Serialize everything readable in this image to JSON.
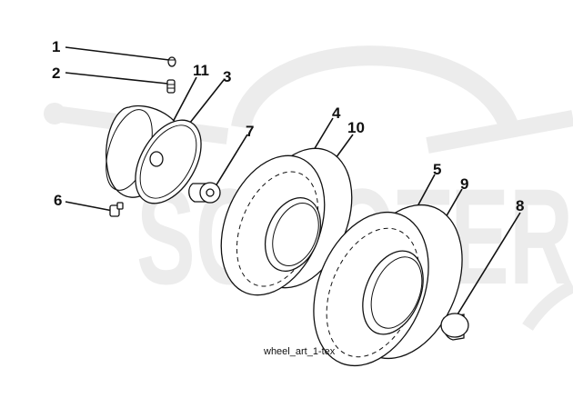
{
  "watermark": {
    "text": "SCOOTER"
  },
  "callouts": [
    {
      "id": "1",
      "label": "1"
    },
    {
      "id": "2",
      "label": "2"
    },
    {
      "id": "11",
      "label": "11"
    },
    {
      "id": "3",
      "label": "3"
    },
    {
      "id": "7",
      "label": "7"
    },
    {
      "id": "4",
      "label": "4"
    },
    {
      "id": "10",
      "label": "10"
    },
    {
      "id": "6",
      "label": "6"
    },
    {
      "id": "5",
      "label": "5"
    },
    {
      "id": "9",
      "label": "9"
    },
    {
      "id": "8",
      "label": "8"
    }
  ],
  "caption": "wheel_art_1-tex"
}
